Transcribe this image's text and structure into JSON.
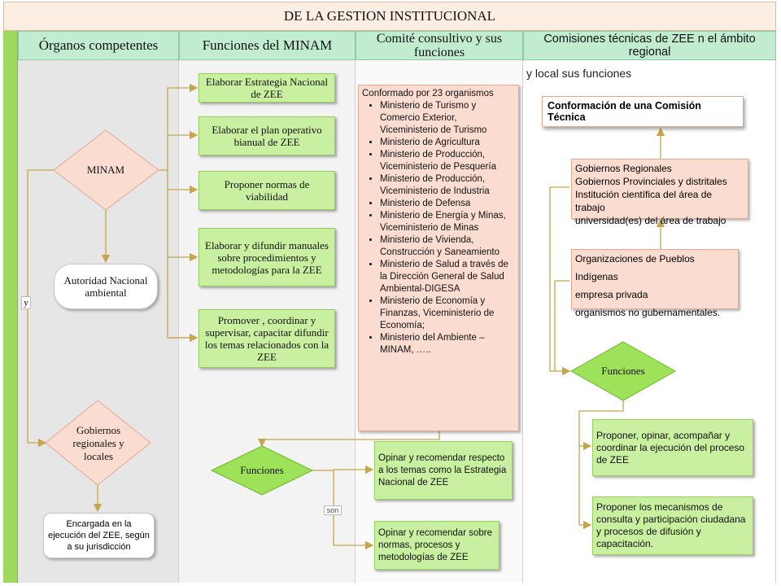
{
  "title": "DE LA GESTION INSTITUCIONAL",
  "headers": {
    "col1": "Órganos competentes",
    "col2": "Funciones del MINAM",
    "col3": "Comité consultivo y sus funciones",
    "col4": "Comisiones técnicas de ZEE n el ámbito regional"
  },
  "col1": {
    "minam": "MINAM",
    "autoridad": "Autoridad Nacional ambiental",
    "y_label": "y",
    "gobiernos": "Gobiernos regionales y locales",
    "encargada": "Encargada en la ejecución del ZEE, según a su jurisdicción"
  },
  "col2": {
    "boxes": [
      "Elaborar Estrategia Nacional de ZEE",
      "Elaborar el plan operativo bianual de ZEE",
      "Proponer normas de viabilidad",
      "Elaborar y difundir manuales sobre procedimientos y metodologías para la ZEE",
      "Promover , coordinar y supervisar, capacitar difundir los temas relacionados con la ZEE"
    ],
    "funciones": "Funciones",
    "son": "son"
  },
  "col3": {
    "intro": "Conformado por 23 organismos",
    "items": [
      "Ministerio de Turismo y Comercio Exterior, Viceministerio de Turismo",
      "Ministerio de Agricultura",
      "Ministerio de Producción, Viceministerio de Pesquería",
      "Ministerio de Producción, Viceministerio de Industria",
      "Ministerio de Defensa",
      "Ministerio de Energía y Minas, Viceministerio de Minas",
      "Ministerio de Vivienda, Construcción y Saneamiento",
      "Ministerio de Salud a través de la Dirección General de Salud Ambiental-DIGESA",
      "Ministerio de Economía y Finanzas, Viceministerio de Economía;",
      "Ministerio del Ambiente – MINAM, ….."
    ],
    "func1": "Opinar y recomendar respecto a los temas como la Estrategia Nacional de ZEE",
    "func2": "Opinar y recomendar sobre normas, procesos y metodologías de ZEE"
  },
  "col4": {
    "subtitle": "y local  sus funciones",
    "conformacion": "Conformación de una Comisión Técnica",
    "gobiernos": [
      "Gobiernos Regionales",
      "Gobiernos Provinciales y distritales",
      "Institución científica del área de trabajo",
      "universidad(es) del área de trabajo"
    ],
    "organizaciones": [
      "Organizaciones de Pueblos Indígenas",
      "empresa privada",
      "organismos no gubernamentales."
    ],
    "funciones": "Funciones",
    "func1": "Proponer, opinar, acompañar y coordinar la ejecución del proceso de ZEE",
    "func2": "Proponer los mecanismos de consulta y participación ciudadana y procesos de difusión y capacitación."
  },
  "colors": {
    "header_green": "#c2ecd0",
    "box_green": "#c9f0a0",
    "box_pink": "#fbdcd0",
    "line_gold": "#c9a54a"
  }
}
